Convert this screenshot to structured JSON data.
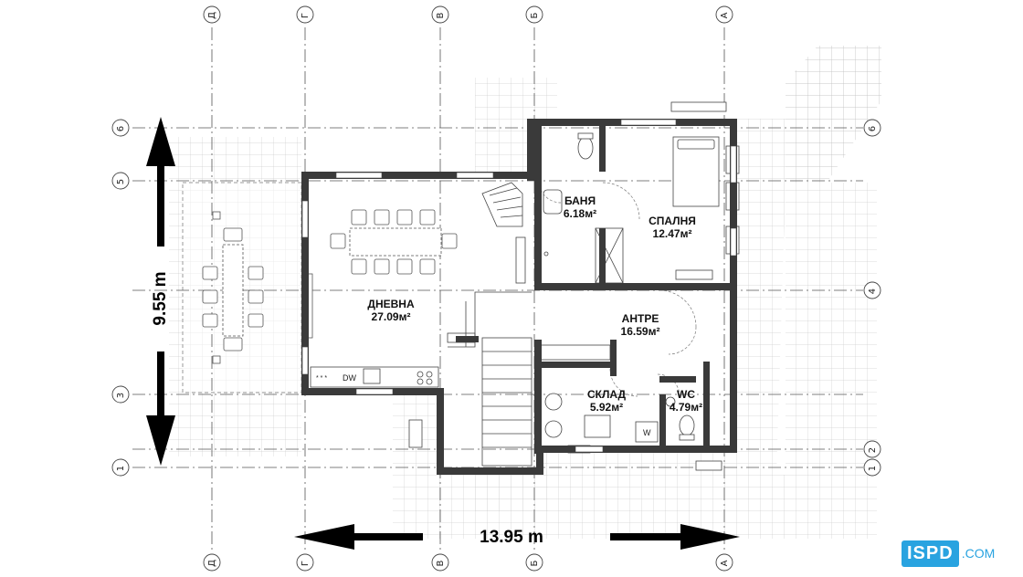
{
  "rooms": {
    "living": {
      "name": "ДНЕВНА",
      "area": "27.09м²"
    },
    "bath": {
      "name": "БАНЯ",
      "area": "6.18м²"
    },
    "bedroom": {
      "name": "СПАЛНЯ",
      "area": "12.47м²"
    },
    "hall": {
      "name": "АНТРЕ",
      "area": "16.59м²"
    },
    "storage": {
      "name": "СКЛАД",
      "area": "5.92м²"
    },
    "wc": {
      "name": "WC",
      "area": "4.79м²"
    }
  },
  "dimensions": {
    "width": "13.95 m",
    "height": "9.55 m"
  },
  "appliances": {
    "dishwasher": "DW",
    "washer": "W",
    "hob": "* * *"
  },
  "axes": {
    "columns": [
      "Д",
      "Г",
      "В",
      "Б",
      "А"
    ],
    "rows": [
      "6",
      "5",
      "4",
      "3",
      "1",
      "2"
    ]
  },
  "logo": {
    "mark": "ISPD",
    "domain": ".COM"
  },
  "colors": {
    "wall": "#3a3a3a",
    "grid": "#d5d5d5",
    "axis": "#555555",
    "logo": "#29a3e0"
  }
}
